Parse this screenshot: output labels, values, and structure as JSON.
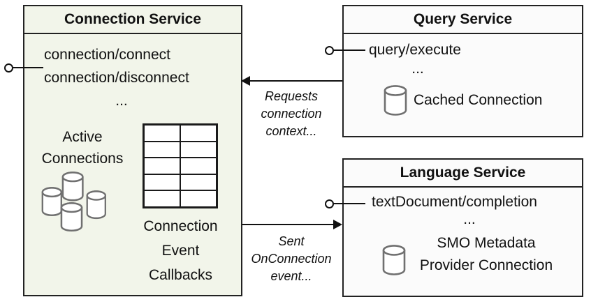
{
  "services": {
    "connection": {
      "title": "Connection Service",
      "methods": [
        "connection/connect",
        "connection/disconnect"
      ],
      "ellipsis": "...",
      "active_connections": [
        "Active",
        "Connections"
      ],
      "callbacks_label": [
        "Connection",
        "Event",
        "Callbacks"
      ],
      "callbacks_table": {
        "rows": 5,
        "cols": 2
      }
    },
    "query": {
      "title": "Query Service",
      "method": "query/execute",
      "ellipsis": "...",
      "cache_label": "Cached Connection"
    },
    "language": {
      "title": "Language Service",
      "method": "textDocument/completion",
      "ellipsis": "...",
      "smo_label": [
        "SMO Metadata",
        "Provider Connection"
      ]
    }
  },
  "annotations": {
    "requests": [
      "Requests",
      "connection",
      "context..."
    ],
    "sent": [
      "Sent",
      "OnConnection",
      "event..."
    ]
  },
  "icons": {
    "lollipop": "interface-lollipop (circle + stick)",
    "database": "database-cylinder",
    "database_cluster": "four overlapping database-cylinders",
    "callbacks_grid": "2x5 empty table grid"
  },
  "colors": {
    "connection_fill": "#f2f5ea",
    "service_fill": "#fbfbfb",
    "border": "#222222",
    "cylinder_stroke": "#707070",
    "text": "#111111"
  }
}
